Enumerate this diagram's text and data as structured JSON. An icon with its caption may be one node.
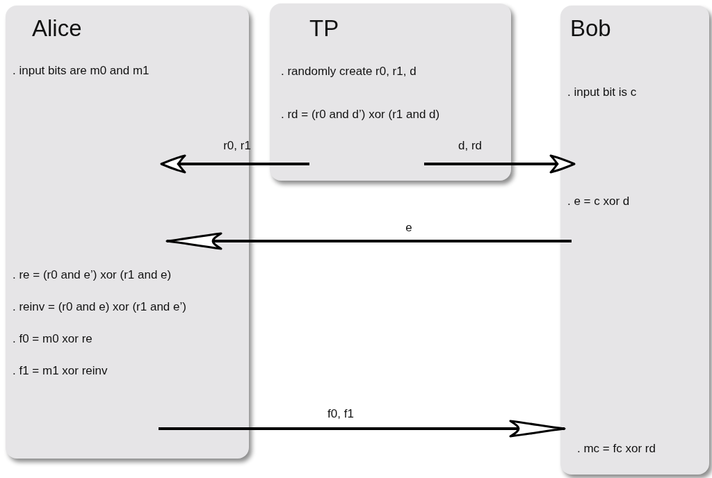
{
  "diagram": {
    "nodes": [
      {
        "text": [
          "Alice",
          ". input bits are m0 and m1",
          ". re = (r0 and e’) xor (r1 and e)",
          ". reinv = (r0 and e) xor (r1 and e’)",
          ". f0 = m0 xor re",
          ". f1 = m1 xor reinv"
        ]
      },
      {
        "text": [
          "TP",
          ". randomly create r0, r1, d",
          ". rd = (r0 and d’) xor (r1 and d)"
        ]
      },
      {
        "text": [
          "Bob",
          ". input bit is c",
          ". e = c xor d",
          ". mc = fc xor rd"
        ]
      }
    ],
    "edges": [
      {
        "from": 1,
        "to": 0,
        "arrow": "to",
        "label": "r0, r1"
      },
      {
        "from": 1,
        "to": 2,
        "arrow": "to",
        "label": "d, rd"
      },
      {
        "from": 2,
        "to": 0,
        "arrow": "to",
        "label": "e"
      },
      {
        "from": 0,
        "to": 2,
        "arrow": "to",
        "label": "f0, f1"
      }
    ]
  }
}
